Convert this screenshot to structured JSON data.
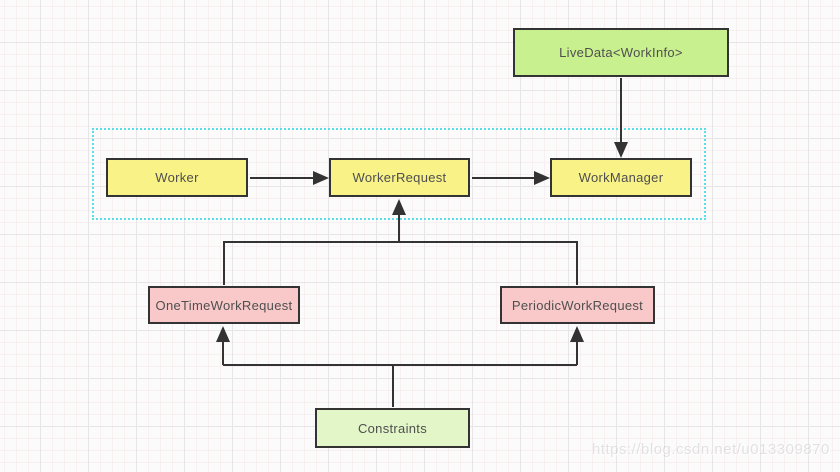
{
  "diagram": {
    "nodes": {
      "livedata": {
        "label": "LiveData<WorkInfo>",
        "fill": "#c9f08f"
      },
      "worker": {
        "label": "Worker",
        "fill": "#f8f287"
      },
      "worker_request": {
        "label": "WorkerRequest",
        "fill": "#f8f287"
      },
      "work_manager": {
        "label": "WorkManager",
        "fill": "#f8f287"
      },
      "one_time_work_request": {
        "label": "OneTimeWorkRequest",
        "fill": "#f9c9ca"
      },
      "periodic_work_request": {
        "label": "PeriodicWorkRequest",
        "fill": "#f9c9ca"
      },
      "constraints": {
        "label": "Constraints",
        "fill": "#e3f6c8"
      }
    },
    "edges": [
      {
        "from": "Worker",
        "to": "WorkerRequest"
      },
      {
        "from": "WorkerRequest",
        "to": "WorkManager"
      },
      {
        "from": "LiveData<WorkInfo>",
        "to": "WorkManager"
      },
      {
        "from": "OneTimeWorkRequest",
        "to": "WorkerRequest"
      },
      {
        "from": "PeriodicWorkRequest",
        "to": "WorkerRequest"
      },
      {
        "from": "Constraints",
        "to": "OneTimeWorkRequest"
      },
      {
        "from": "Constraints",
        "to": "PeriodicWorkRequest"
      }
    ],
    "colors": {
      "edge": "#333333",
      "node_border": "#333333",
      "group_border": "#59dfe9",
      "label_text": "#4f4f4f"
    }
  },
  "watermark": {
    "text": "https://blog.csdn.net/u013309870"
  }
}
